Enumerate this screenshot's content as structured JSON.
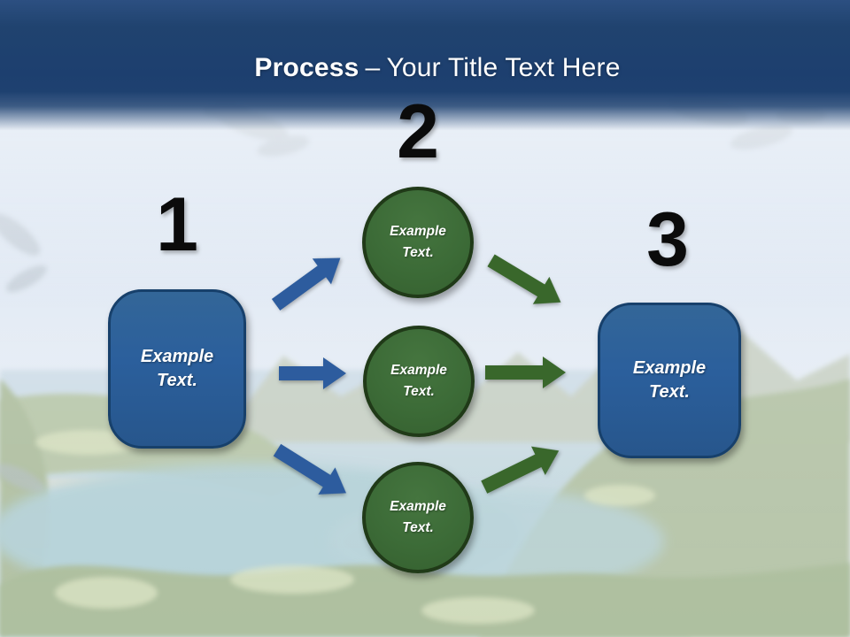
{
  "title": {
    "emphasis": "Process",
    "separator": "–",
    "rest": "Your Title Text Here"
  },
  "steps": {
    "one": {
      "number": "1",
      "label": "Example Text."
    },
    "two": {
      "number": "2",
      "circles": [
        {
          "label": "Example Text."
        },
        {
          "label": "Example Text."
        },
        {
          "label": "Example Text."
        }
      ]
    },
    "three": {
      "number": "3",
      "label": "Example Text."
    }
  },
  "colors": {
    "header_blue": "#1e4170",
    "title_text": "#ffffff",
    "box_fill": "#2b5f9c",
    "box_border": "#17406b",
    "circle_fill": "#3c6b37",
    "circle_border": "#203a18",
    "arrow_blue": "#2d5c9e",
    "arrow_green": "#39672b",
    "number_text": "#000000"
  }
}
